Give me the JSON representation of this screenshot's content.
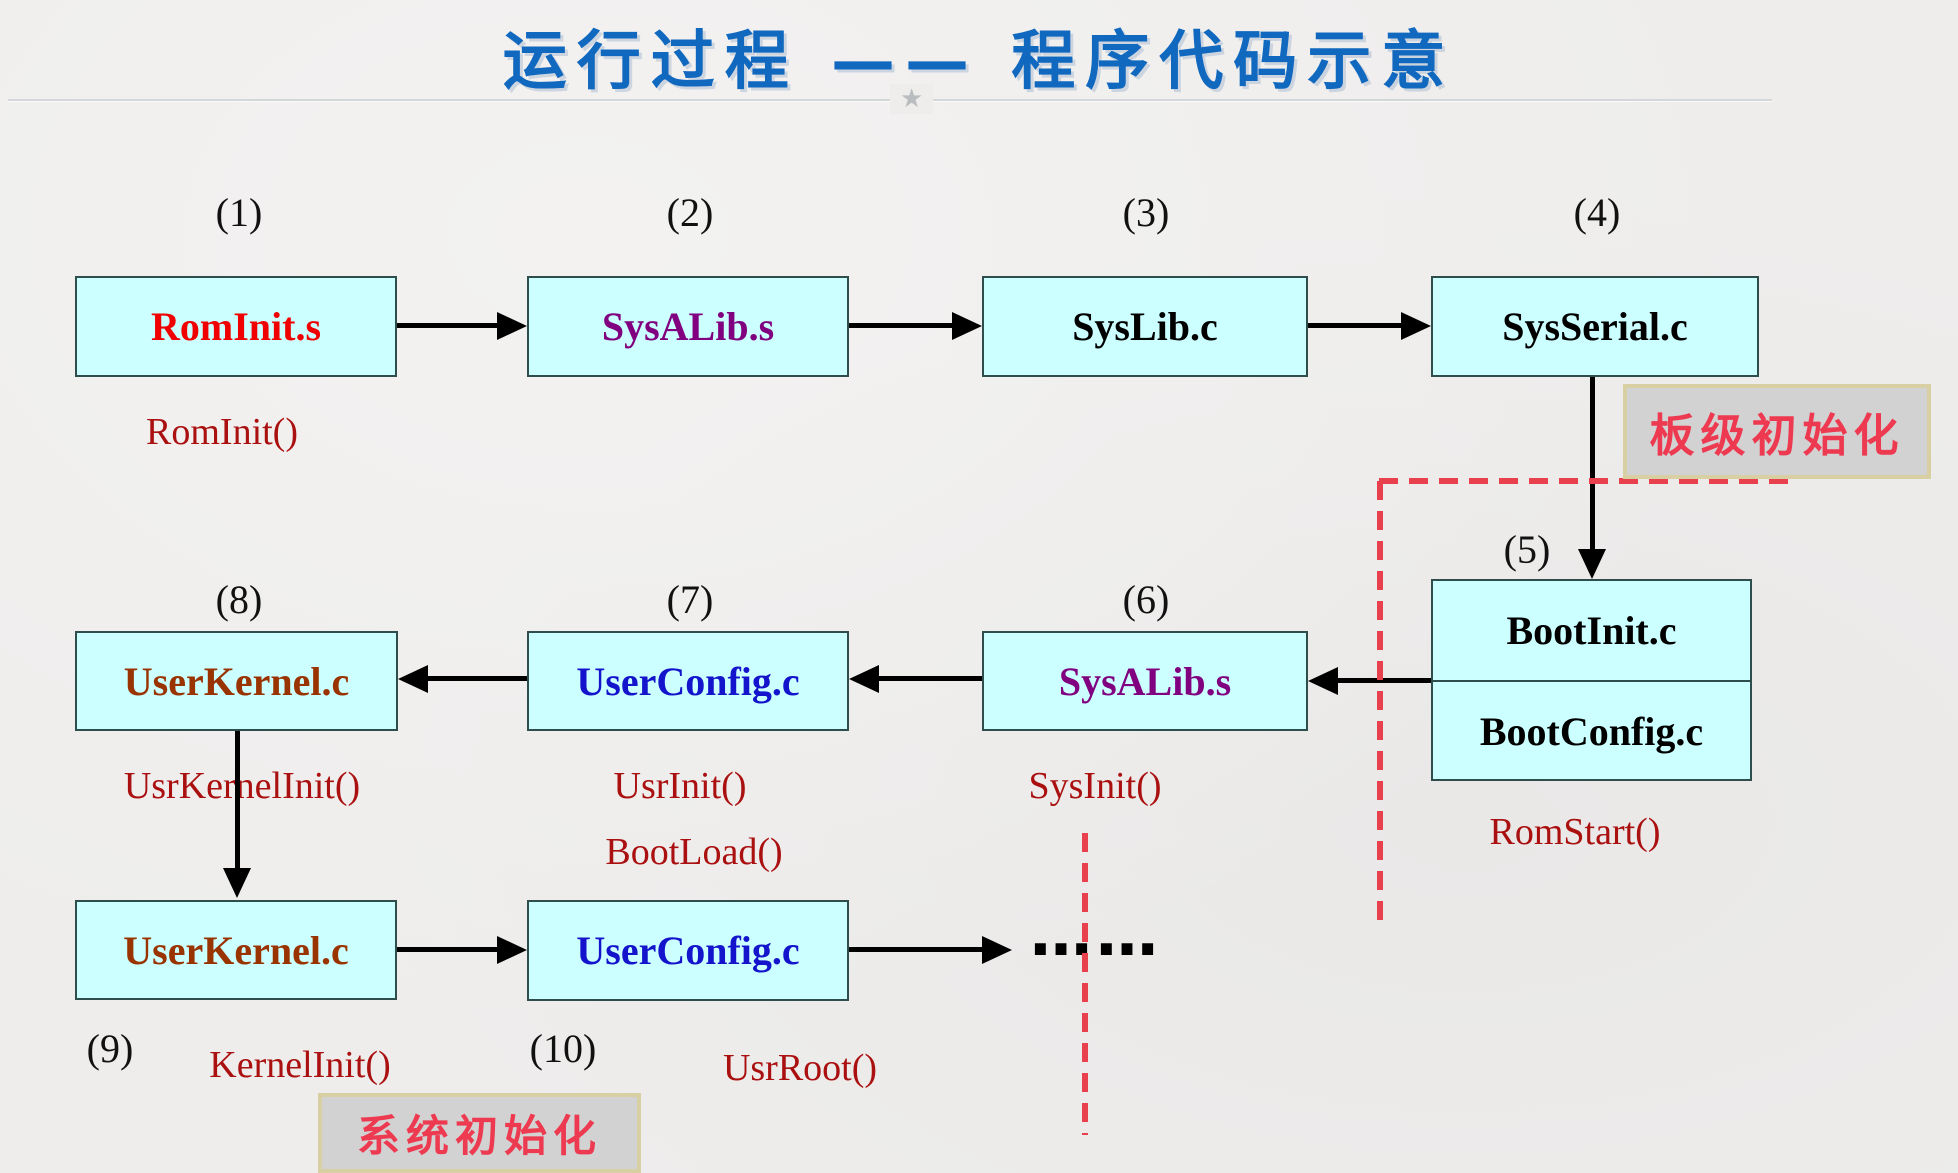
{
  "title": "运行过程 —— 程序代码示意",
  "divider": {
    "star": "★"
  },
  "palette": {
    "title_blue": "#1168bf",
    "box_fill": "#ccffff",
    "box_border": "#2e4e4e",
    "file_red": "#f00000",
    "file_purple": "#800080",
    "file_blue": "#1414cc",
    "file_brown": "#993300",
    "file_black": "#000000",
    "function_text_red": "#aa1010",
    "dashed_line_red": "#e8404d",
    "annotation_text_red": "#ed3a50",
    "annotation_bg": "#d2d2d2",
    "annotation_border": "#d8cfa2",
    "arrow_black": "#000000"
  },
  "diagram": {
    "steps": [
      {
        "num": "(1)",
        "file": "RomInit.s",
        "color": "red"
      },
      {
        "num": "(2)",
        "file": "SysALib.s",
        "color": "purple"
      },
      {
        "num": "(3)",
        "file": "SysLib.c",
        "color": "black"
      },
      {
        "num": "(4)",
        "file": "SysSerial.c",
        "color": "black"
      },
      {
        "num": "(5)",
        "files": [
          "BootInit.c",
          "BootConfig.c"
        ],
        "color": "black"
      },
      {
        "num": "(6)",
        "file": "SysALib.s",
        "color": "purple"
      },
      {
        "num": "(7)",
        "file": "UserConfig.c",
        "color": "blue"
      },
      {
        "num": "(8)",
        "file": "UserKernel.c",
        "color": "brown"
      },
      {
        "num": "(9)",
        "file": "UserKernel.c",
        "color": "brown"
      },
      {
        "num": "(10)",
        "file": "UserConfig.c",
        "color": "blue"
      }
    ],
    "functions": {
      "rom_init": "RomInit()",
      "usr_kernel_init": "UsrKernelInit()",
      "usr_init": "UsrInit()",
      "boot_load": "BootLoad()",
      "sys_init": "SysInit()",
      "rom_start": "RomStart()",
      "kernel_init": "KernelInit()",
      "usr_root": "UsrRoot()"
    },
    "annotations": {
      "board_init": "板级初始化",
      "system_init": "系统初始化",
      "ellipsis": "……"
    }
  }
}
